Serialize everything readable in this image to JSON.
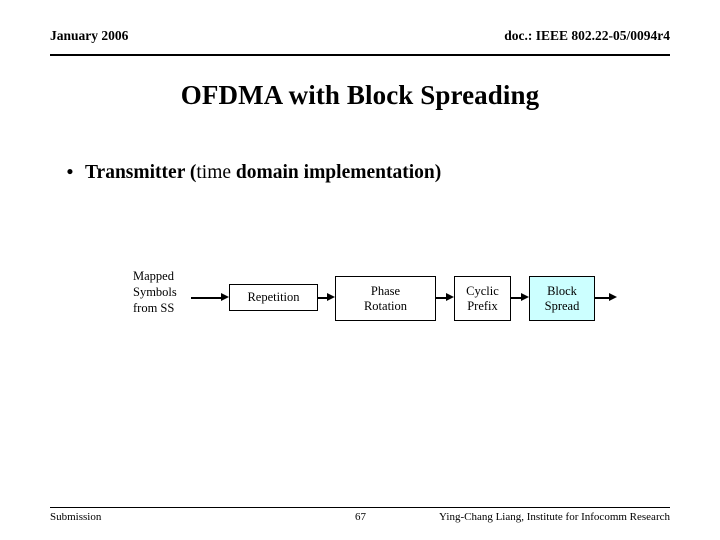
{
  "header": {
    "date": "January 2006",
    "doc": "doc.: IEEE 802.22-05/0094r4"
  },
  "title": "OFDMA with Block Spreading",
  "bullet": {
    "marker": "•",
    "text_before": "Transmitter (",
    "text_light": "time",
    "text_after": " domain implementation)",
    "full_text": "Transmitter (time domain implementation)"
  },
  "diagram": {
    "input_label": {
      "line1": "Mapped",
      "line2": "Symbols",
      "line3": "from SS"
    },
    "blocks": [
      {
        "label": "Repetition",
        "line1": "Repetition",
        "line2": "",
        "fill": "#ffffff"
      },
      {
        "label": "Phase Rotation",
        "line1": "Phase",
        "line2": "Rotation",
        "fill": "#ffffff"
      },
      {
        "label": "Cyclic Prefix",
        "line1": "Cyclic",
        "line2": "Prefix",
        "fill": "#ffffff"
      },
      {
        "label": "Block Spread",
        "line1": "Block",
        "line2": "Spread",
        "fill": "#ccffff"
      }
    ],
    "accent_fill": "#ccffff",
    "stroke": "#000000"
  },
  "footer": {
    "left": "Submission",
    "page": "67",
    "right": "Ying-Chang Liang, Institute for Infocomm Research"
  }
}
